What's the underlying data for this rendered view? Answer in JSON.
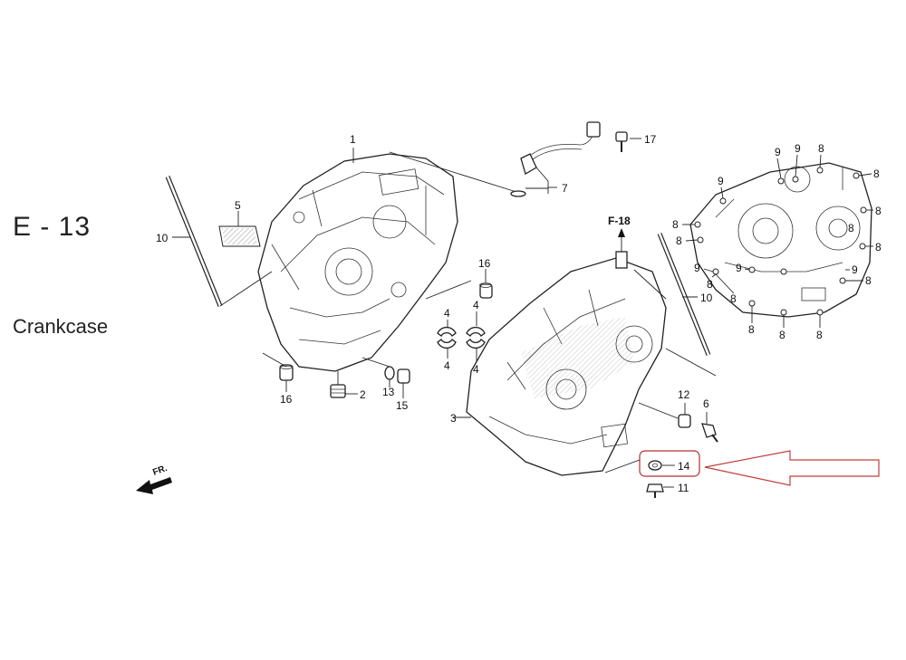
{
  "header": {
    "section_code": "E - 13",
    "section_title": "Crankcase"
  },
  "diagram": {
    "reference": "F-18",
    "direction_marker": "FR.",
    "highlighted_part": "14",
    "callouts": {
      "c1": "1",
      "c2": "2",
      "c3": "3",
      "c4a": "4",
      "c4b": "4",
      "c4c": "4",
      "c4d": "4",
      "c5": "5",
      "c6": "6",
      "c7": "7",
      "c10a": "10",
      "c10b": "10",
      "c11": "11",
      "c12": "12",
      "c13": "13",
      "c14": "14",
      "c15": "15",
      "c16a": "16",
      "c16b": "16",
      "c17": "17",
      "b9a": "9",
      "b9b": "9",
      "b9c": "9",
      "b9d": "9",
      "b9e": "9",
      "b9f": "9",
      "b8a": "8",
      "b8b": "8",
      "b8c": "8",
      "b8d": "8",
      "b8e": "8",
      "b8f": "8",
      "b8g": "8",
      "b8h": "8",
      "b8i": "8",
      "b8j": "8",
      "b8k": "8",
      "b8l": "8",
      "b8m": "8"
    }
  },
  "colors": {
    "line": "#222222",
    "highlight_box": "#b03030",
    "arrow": "#c04040"
  }
}
